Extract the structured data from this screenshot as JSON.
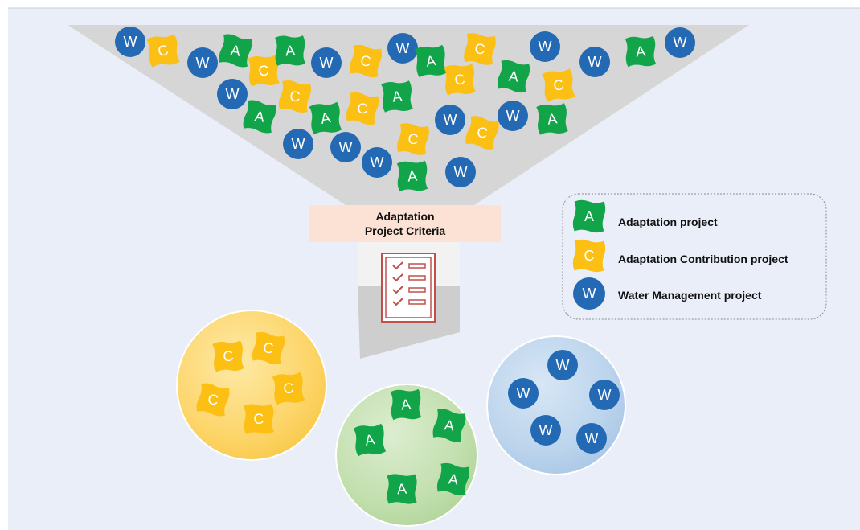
{
  "criteria": {
    "line1": "Adaptation",
    "line2": "Project Criteria"
  },
  "legend": [
    {
      "type": "A",
      "label": "Adaptation project"
    },
    {
      "type": "C",
      "label": "Adaptation Contribution project"
    },
    {
      "type": "W",
      "label": "Water Management project"
    }
  ],
  "badge_letters": {
    "A": "A",
    "C": "C",
    "W": "W"
  },
  "colors": {
    "background": "#eaeef8",
    "funnel": "#d6d6d6",
    "adaptation": "#12a449",
    "contribution": "#fcbf13",
    "water": "#2369b3",
    "criteria_box": "#fbe2d5",
    "checklist": "#c0504d",
    "bubble_contribution": "#fdd86b",
    "bubble_adaptation": "#c3dfb0",
    "bubble_water": "#bcd5ed"
  }
}
